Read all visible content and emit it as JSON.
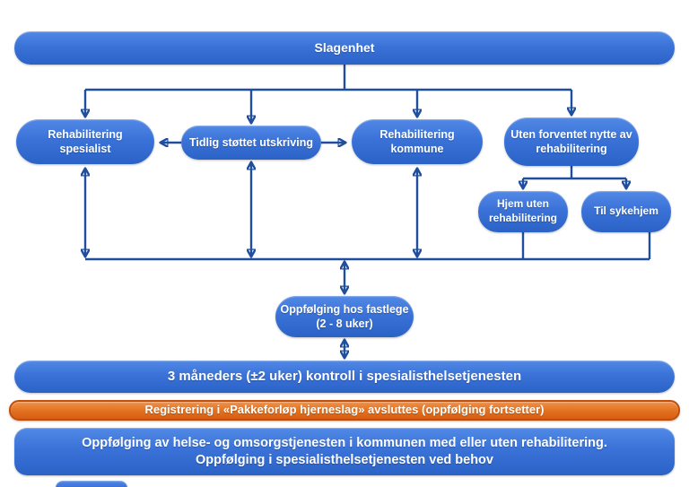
{
  "title": "Slagenhet pasientforløp flytskjema",
  "colors": {
    "box_blue_top": "#5289e6",
    "box_blue_bottom": "#2a62c6",
    "connector_blue": "#1f4e9e",
    "orange_fill": "#e1701f",
    "orange_border": "#c24e0e",
    "text": "#ffffff",
    "background": "#ffffff"
  },
  "nodes": {
    "slagenhet": {
      "label": "Slagenhet"
    },
    "rehab_spesialist": {
      "lines": [
        "Rehabilitering",
        "spesialist"
      ]
    },
    "tidlig_stottet": {
      "lines": [
        "Tidlig støttet utskriving"
      ]
    },
    "rehab_kommune": {
      "lines": [
        "Rehabilitering",
        "kommune"
      ]
    },
    "uten_nytte": {
      "lines": [
        "Uten forventet nytte av",
        "rehabilitering"
      ]
    },
    "hjem_uten": {
      "lines": [
        "Hjem uten",
        "rehabilitering"
      ]
    },
    "til_sykehjem": {
      "lines": [
        "Til sykehjem"
      ]
    },
    "fastlege": {
      "lines": [
        "Oppfølging hos fastlege",
        "(2 - 8 uker)"
      ]
    },
    "kontroll": {
      "label": "3 måneders (±2 uker) kontroll i spesialisthelsetjenesten"
    },
    "registrering": {
      "label": "Registrering i «Pakkeforløp hjerneslag» avsluttes (oppfølging fortsetter)"
    },
    "oppfolging": {
      "lines": [
        "Oppfølging av helse- og omsorgstjenesten i kommunen med eller uten rehabilitering.",
        "Oppfølging i spesialisthelsetjenesten ved behov"
      ]
    }
  }
}
